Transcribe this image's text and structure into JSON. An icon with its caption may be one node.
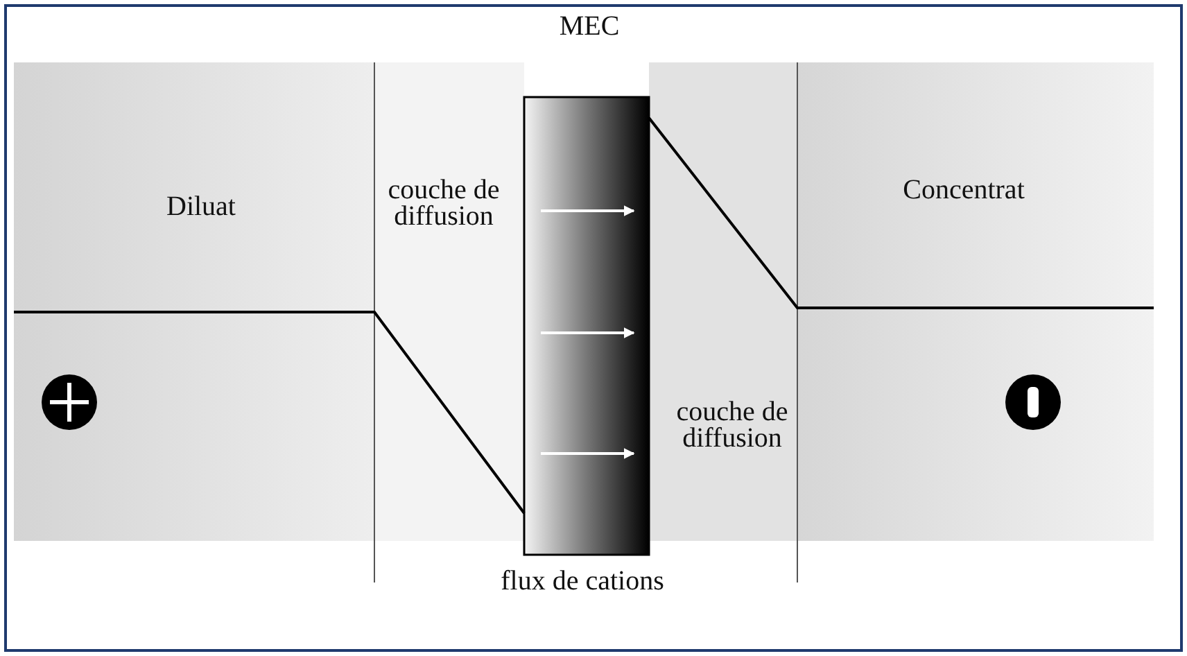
{
  "diagram": {
    "labels": [
      "MEC",
      "Diluat",
      "couche de diffusion",
      "Concentrat",
      "couche de diffusion",
      "flux de cations"
    ]
  }
}
